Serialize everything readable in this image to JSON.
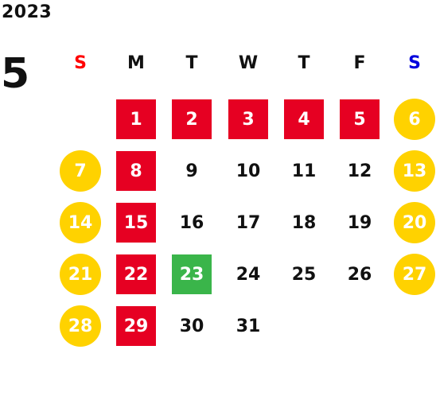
{
  "year": "2023",
  "month": "5",
  "colors": {
    "sunday_header": "#ff0000",
    "saturday_header": "#0000dd",
    "weekday_header": "#111111",
    "holiday_red": "#e60022",
    "weekend_yellow": "#ffd200",
    "today_green": "#3ab54a",
    "plain_text": "#111111",
    "light_text": "#ffffff"
  },
  "weekdays": [
    "S",
    "M",
    "T",
    "W",
    "T",
    "F",
    "S"
  ],
  "days": [
    {
      "label": "1",
      "col": 1,
      "row": 0,
      "style": "red-square"
    },
    {
      "label": "2",
      "col": 2,
      "row": 0,
      "style": "red-square"
    },
    {
      "label": "3",
      "col": 3,
      "row": 0,
      "style": "red-square"
    },
    {
      "label": "4",
      "col": 4,
      "row": 0,
      "style": "red-square"
    },
    {
      "label": "5",
      "col": 5,
      "row": 0,
      "style": "red-square"
    },
    {
      "label": "6",
      "col": 6,
      "row": 0,
      "style": "yellow-circle"
    },
    {
      "label": "7",
      "col": 0,
      "row": 1,
      "style": "yellow-circle"
    },
    {
      "label": "8",
      "col": 1,
      "row": 1,
      "style": "red-square"
    },
    {
      "label": "9",
      "col": 2,
      "row": 1,
      "style": "plain"
    },
    {
      "label": "10",
      "col": 3,
      "row": 1,
      "style": "plain"
    },
    {
      "label": "11",
      "col": 4,
      "row": 1,
      "style": "plain"
    },
    {
      "label": "12",
      "col": 5,
      "row": 1,
      "style": "plain"
    },
    {
      "label": "13",
      "col": 6,
      "row": 1,
      "style": "yellow-circle"
    },
    {
      "label": "14",
      "col": 0,
      "row": 2,
      "style": "yellow-circle"
    },
    {
      "label": "15",
      "col": 1,
      "row": 2,
      "style": "red-square"
    },
    {
      "label": "16",
      "col": 2,
      "row": 2,
      "style": "plain"
    },
    {
      "label": "17",
      "col": 3,
      "row": 2,
      "style": "plain"
    },
    {
      "label": "18",
      "col": 4,
      "row": 2,
      "style": "plain"
    },
    {
      "label": "19",
      "col": 5,
      "row": 2,
      "style": "plain"
    },
    {
      "label": "20",
      "col": 6,
      "row": 2,
      "style": "yellow-circle"
    },
    {
      "label": "21",
      "col": 0,
      "row": 3,
      "style": "yellow-circle"
    },
    {
      "label": "22",
      "col": 1,
      "row": 3,
      "style": "red-square"
    },
    {
      "label": "23",
      "col": 2,
      "row": 3,
      "style": "green-square"
    },
    {
      "label": "24",
      "col": 3,
      "row": 3,
      "style": "plain"
    },
    {
      "label": "25",
      "col": 4,
      "row": 3,
      "style": "plain"
    },
    {
      "label": "26",
      "col": 5,
      "row": 3,
      "style": "plain"
    },
    {
      "label": "27",
      "col": 6,
      "row": 3,
      "style": "yellow-circle"
    },
    {
      "label": "28",
      "col": 0,
      "row": 4,
      "style": "yellow-circle"
    },
    {
      "label": "29",
      "col": 1,
      "row": 4,
      "style": "red-square"
    },
    {
      "label": "30",
      "col": 2,
      "row": 4,
      "style": "plain"
    },
    {
      "label": "31",
      "col": 3,
      "row": 4,
      "style": "plain"
    }
  ]
}
